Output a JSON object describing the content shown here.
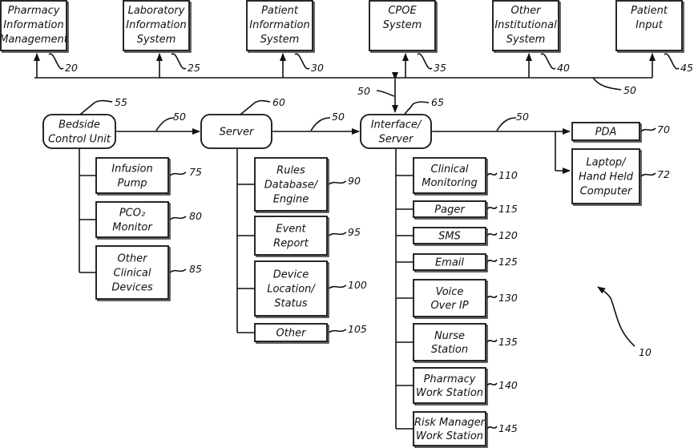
{
  "top_boxes": [
    {
      "label": [
        "Pharmacy",
        "Information",
        "Management"
      ],
      "ref": "20"
    },
    {
      "label": [
        "Laboratory",
        "Information",
        "System"
      ],
      "ref": "25"
    },
    {
      "label": [
        "Patient",
        "Information",
        "System"
      ],
      "ref": "30"
    },
    {
      "label": [
        "CPOE",
        "System"
      ],
      "ref": "35"
    },
    {
      "label": [
        "Other",
        "Institutional",
        "System"
      ],
      "ref": "40"
    },
    {
      "label": [
        "Patient",
        "Input"
      ],
      "ref": "45"
    }
  ],
  "network_ref": "50",
  "hubs": [
    {
      "label": [
        "Bedside",
        "Control Unit"
      ],
      "ref": "55"
    },
    {
      "label": [
        "Server"
      ],
      "ref": "60"
    },
    {
      "label": [
        "Interface/",
        "Server"
      ],
      "ref": "65"
    }
  ],
  "bedside_devices": [
    {
      "label": [
        "Infusion",
        "Pump"
      ],
      "ref": "75"
    },
    {
      "label": [
        "PCO₂",
        "Monitor"
      ],
      "ref": "80"
    },
    {
      "label": [
        "Other",
        "Clinical",
        "Devices"
      ],
      "ref": "85"
    }
  ],
  "server_modules": [
    {
      "label": [
        "Rules",
        "Database/",
        "Engine"
      ],
      "ref": "90"
    },
    {
      "label": [
        "Event",
        "Report"
      ],
      "ref": "95"
    },
    {
      "label": [
        "Device",
        "Location/",
        "Status"
      ],
      "ref": "100"
    },
    {
      "label": [
        "Other"
      ],
      "ref": "105"
    }
  ],
  "interface_outputs": [
    {
      "label": [
        "Clinical",
        "Monitoring"
      ],
      "ref": "110"
    },
    {
      "label": [
        "Pager"
      ],
      "ref": "115"
    },
    {
      "label": [
        "SMS"
      ],
      "ref": "120"
    },
    {
      "label": [
        "Email"
      ],
      "ref": "125"
    },
    {
      "label": [
        "Voice",
        "Over IP"
      ],
      "ref": "130"
    },
    {
      "label": [
        "Nurse",
        "Station"
      ],
      "ref": "135"
    },
    {
      "label": [
        "Pharmacy",
        "Work Station"
      ],
      "ref": "140"
    },
    {
      "label": [
        "Risk Manager",
        "Work Station"
      ],
      "ref": "145"
    }
  ],
  "mobile_devices": [
    {
      "label": [
        "PDA"
      ],
      "ref": "70"
    },
    {
      "label": [
        "Laptop/",
        "Hand Held",
        "Computer"
      ],
      "ref": "72"
    }
  ],
  "system_ref": "10"
}
